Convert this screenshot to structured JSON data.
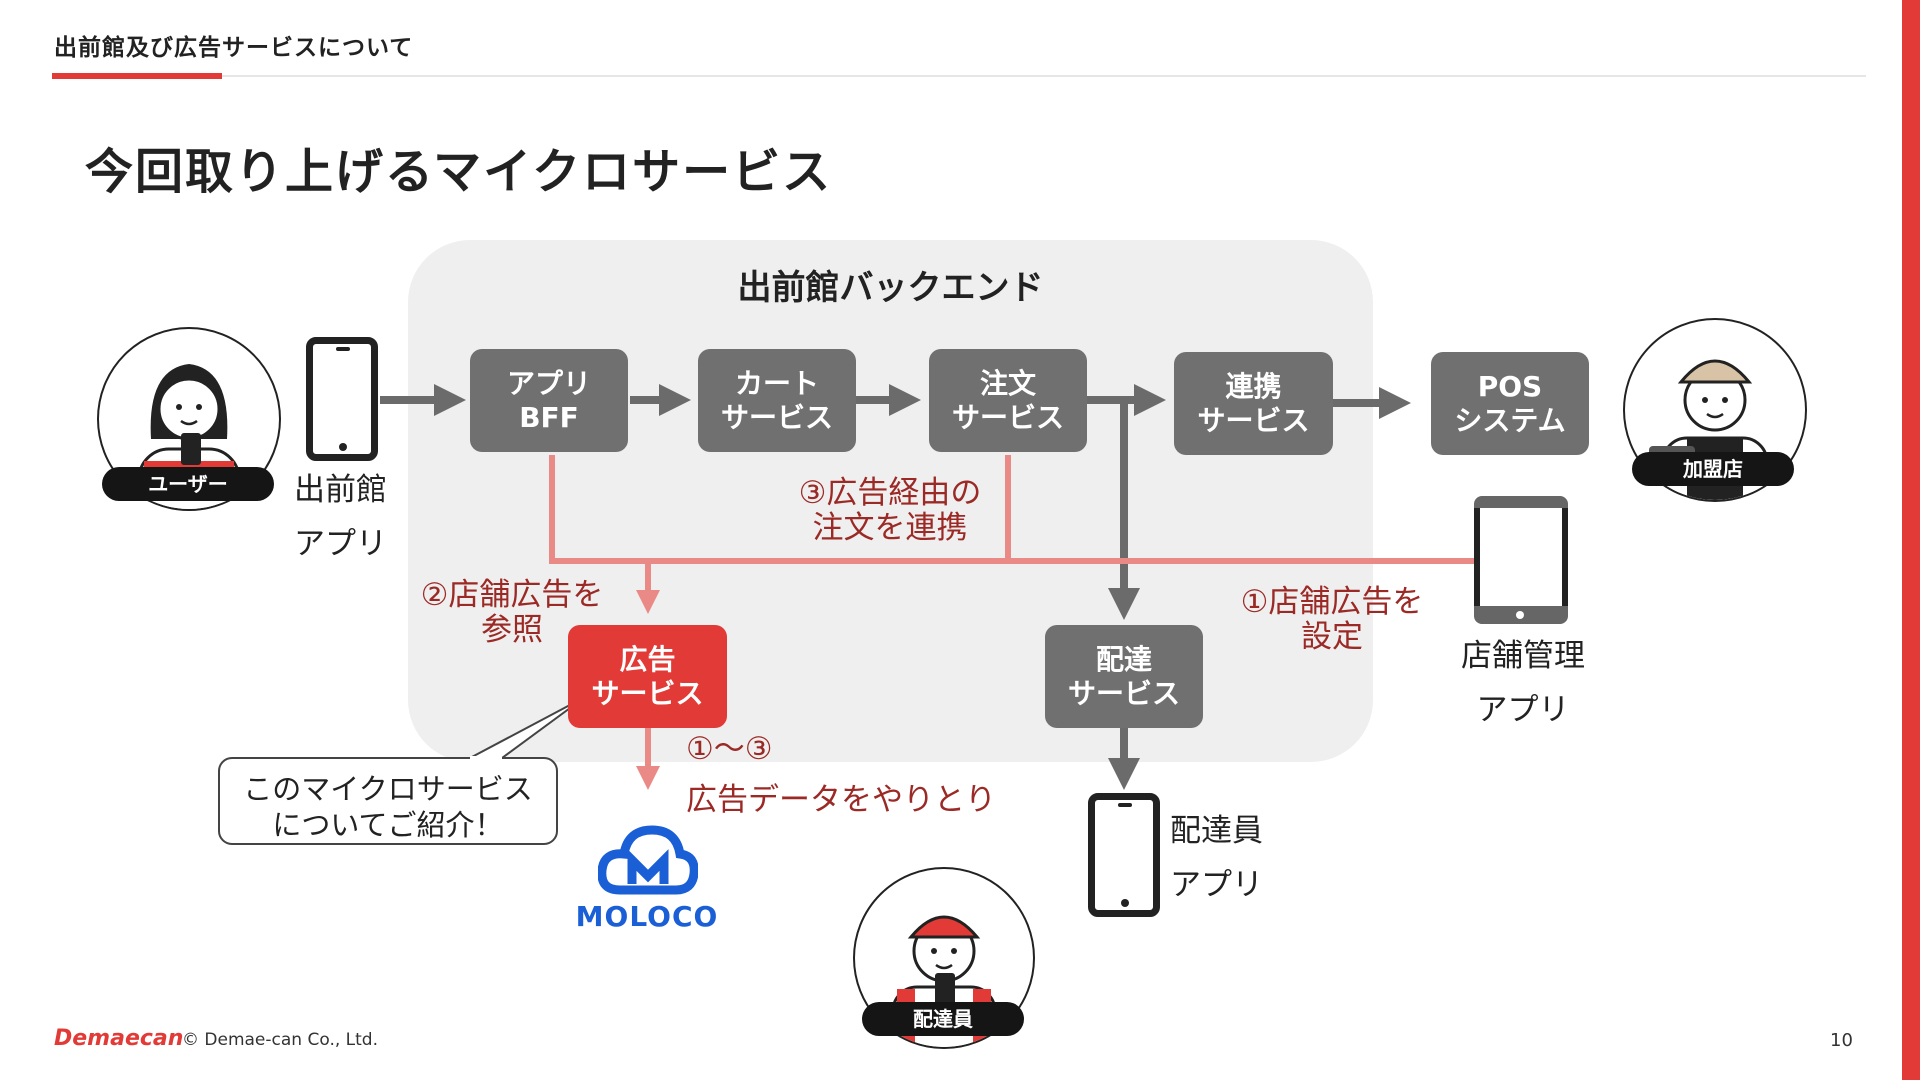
{
  "header": {
    "section_title": "出前館及び広告サービスについて"
  },
  "title": "今回取り上げるマイクロサービス",
  "backend": {
    "label": "出前館バックエンド"
  },
  "services": {
    "app_bff": "アプリ\nBFF",
    "cart": "カート\nサービス",
    "order": "注文\nサービス",
    "integration": "連携\nサービス",
    "pos": "POS\nシステム",
    "ads": "広告\nサービス",
    "delivery": "配達\nサービス"
  },
  "actors": {
    "user_tag": "ユーザー",
    "merchant_tag": "加盟店",
    "courier_tag": "配達員"
  },
  "apps": {
    "demaecan_app": "出前館\nアプリ",
    "store_app": "店舗管理\nアプリ",
    "courier_app": "配達員\nアプリ"
  },
  "flow_labels": {
    "step1": "①店舗広告を\n設定",
    "step2": "②店舗広告を\n参照",
    "step3": "③広告経由の\n注文を連携",
    "range": "①～③",
    "exchange": "広告データをやりとり"
  },
  "callout": "このマイクロサービス\nについてご紹介！",
  "partner_logo": "MOLOCO",
  "footer": {
    "logo": "Demaecan",
    "copyright": "© Demae-can Co., Ltd.",
    "page_number": "10"
  },
  "colors": {
    "accent_red": "#e23a36",
    "service_gray": "#707070",
    "link_pink": "#e98a86",
    "arrow_gray": "#6b6b6b",
    "moloco_blue": "#1a5fd6"
  }
}
